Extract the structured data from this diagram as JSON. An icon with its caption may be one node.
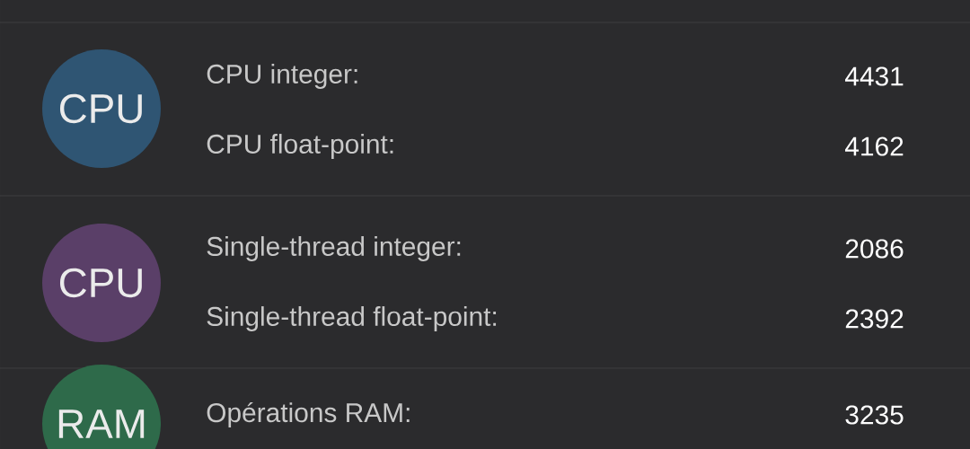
{
  "diagram": {
    "nodes": [
      {
        "text": [
          "CPU"
        ]
      },
      {
        "text": [
          "CPU"
        ]
      },
      {
        "text": [
          "RAM"
        ]
      }
    ],
    "labels": [
      "CPU integer:",
      "4431",
      "CPU float-point:",
      "4162",
      "Single-thread integer:",
      "2086",
      "Single-thread float-point:",
      "2392",
      "Opérations RAM:",
      "3235"
    ]
  }
}
